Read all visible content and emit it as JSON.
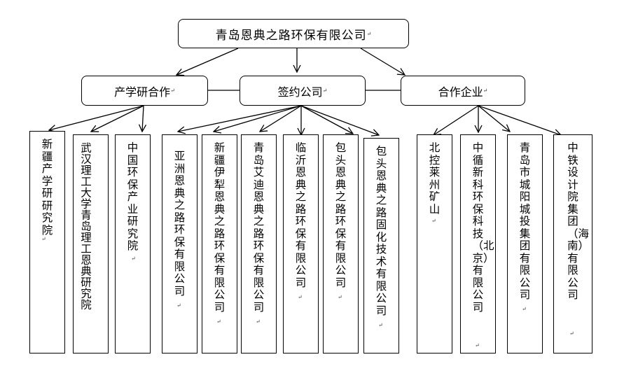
{
  "root": "青岛恩典之路环保有限公司",
  "categories": [
    {
      "id": "research",
      "label": "产学研合作"
    },
    {
      "id": "contract",
      "label": "签约公司"
    },
    {
      "id": "partner",
      "label": "合作企业"
    }
  ],
  "research_items": [
    "新疆产学研研究院",
    "武汉理工大学青岛理工恩典研究院",
    "中国环保产业研究院"
  ],
  "contract_items": [
    "亚洲恩典之路环保有限公司",
    "新疆伊犁恩典之路环保有限公司",
    "青岛艾迪恩典之路环保有限公司",
    "临沂恩典之路环保有限公司",
    "包头恩典之路环保有限公司",
    "包头恩典之路固化技术有限公司"
  ],
  "partner_items": [
    "北控莱州矿山",
    "中循新科环保科技（北京）有限公司",
    "青岛市城阳城投集团有限公司",
    "中铁设计院集团（海南）有限公司"
  ],
  "paragraph_mark": "↵",
  "line_color": "#000000"
}
